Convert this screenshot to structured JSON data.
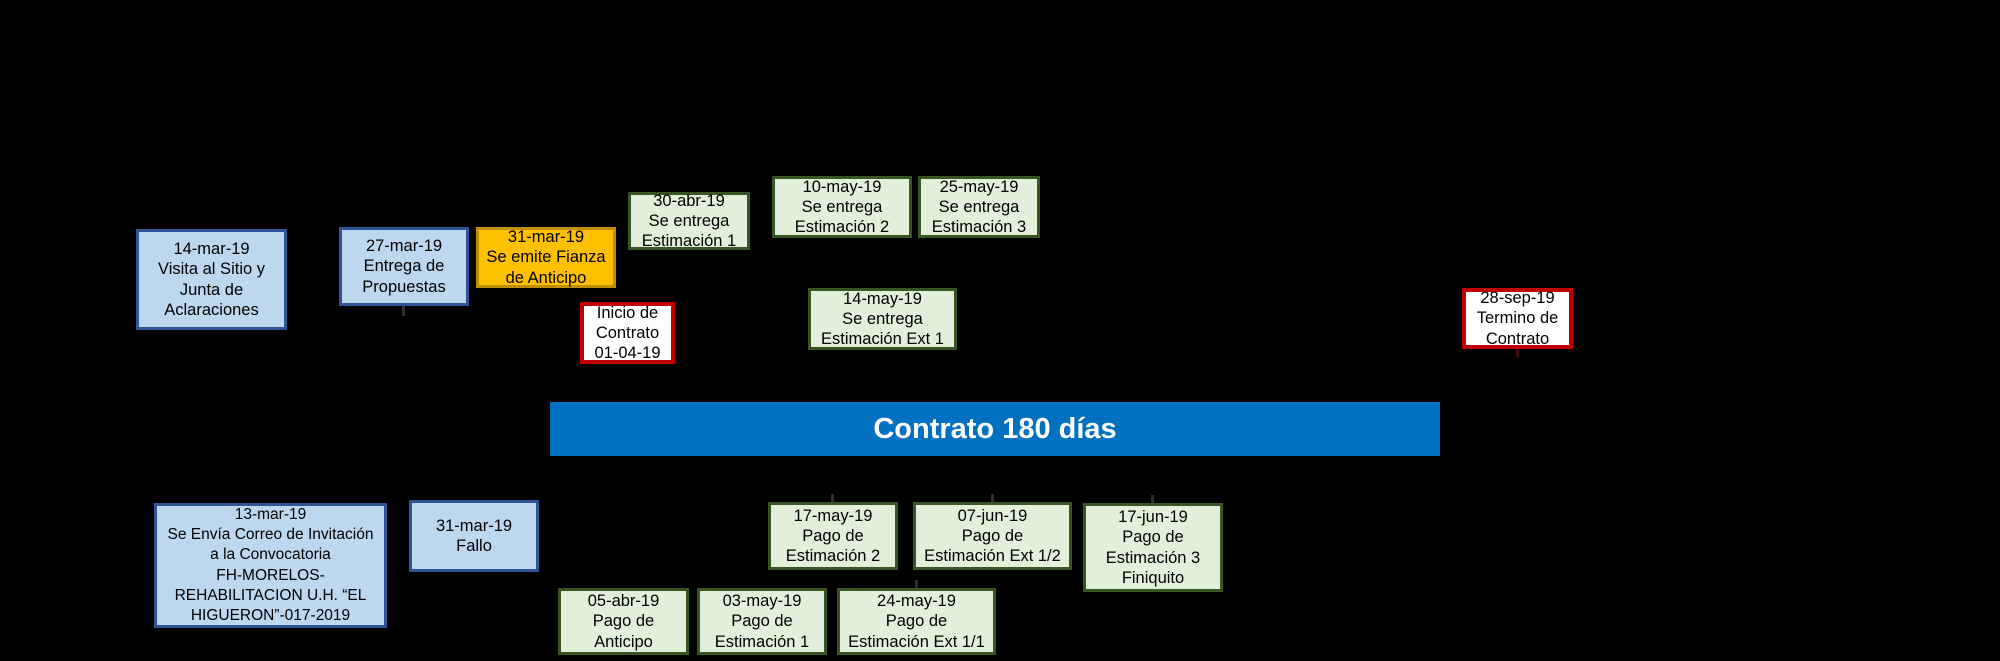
{
  "palette": {
    "background": "#000000",
    "blue_fill": "#BDD7EE",
    "blue_border": "#2F5597",
    "green_fill": "#E2EFDA",
    "green_border": "#375623",
    "orange_fill": "#FFC000",
    "orange_border": "#BF8F00",
    "white_fill": "#FFFFFF",
    "red_border": "#C00000",
    "bar_fill": "#0070C0",
    "bar_text": "#FFFFFF"
  },
  "contract_bar": {
    "label": "Contrato 180 días"
  },
  "events": {
    "visita_sitio": {
      "date": "14-mar-19",
      "text": "14-mar-19\nVisita al Sitio y\nJunta de\nAclaraciones"
    },
    "entrega_propuestas": {
      "date": "27-mar-19",
      "text": "27-mar-19\nEntrega de\nPropuestas"
    },
    "fianza_anticipo": {
      "date": "31-mar-19",
      "text": "31-mar-19\nSe emite Fianza\nde Anticipo"
    },
    "inicio_contrato": {
      "date": "01-04-19",
      "text": "Inicio de\nContrato\n01-04-19"
    },
    "estimacion_1": {
      "date": "30-abr-19",
      "text": "30-abr-19\nSe entrega\nEstimación 1"
    },
    "estimacion_2": {
      "date": "10-may-19",
      "text": "10-may-19\nSe entrega\nEstimación 2"
    },
    "estimacion_3": {
      "date": "25-may-19",
      "text": "25-may-19\nSe entrega\nEstimación 3"
    },
    "estimacion_ext_1": {
      "date": "14-may-19",
      "text": "14-may-19\nSe entrega\nEstimación Ext 1"
    },
    "termino_contrato": {
      "date": "28-sep-19",
      "text": "28-sep-19\nTermino de\nContrato"
    },
    "correo_invitacion": {
      "date": "13-mar-19",
      "text": "13-mar-19\nSe Envía Correo de Invitación\na la Convocatoria\nFH-MORELOS-\nREHABILITACION U.H. “EL\nHIGUERON”-017-2019"
    },
    "fallo": {
      "date": "31-mar-19",
      "text": "31-mar-19\nFallo"
    },
    "pago_estimacion_2": {
      "date": "17-may-19",
      "text": "17-may-19\nPago de\nEstimación 2"
    },
    "pago_estimacion_ext_1_2": {
      "date": "07-jun-19",
      "text": "07-jun-19\nPago de\nEstimación Ext 1/2"
    },
    "pago_estimacion_3": {
      "date": "17-jun-19",
      "text": "17-jun-19\nPago de\nEstimación 3\nFiniquito"
    },
    "pago_anticipo": {
      "date": "05-abr-19",
      "text": "05-abr-19\nPago de\nAnticipo"
    },
    "pago_estimacion_1": {
      "date": "03-may-19",
      "text": "03-may-19\nPago de\nEstimación 1"
    },
    "pago_estimacion_ext_1_1": {
      "date": "24-may-19",
      "text": "24-may-19\nPago de\nEstimación Ext 1/1"
    }
  }
}
